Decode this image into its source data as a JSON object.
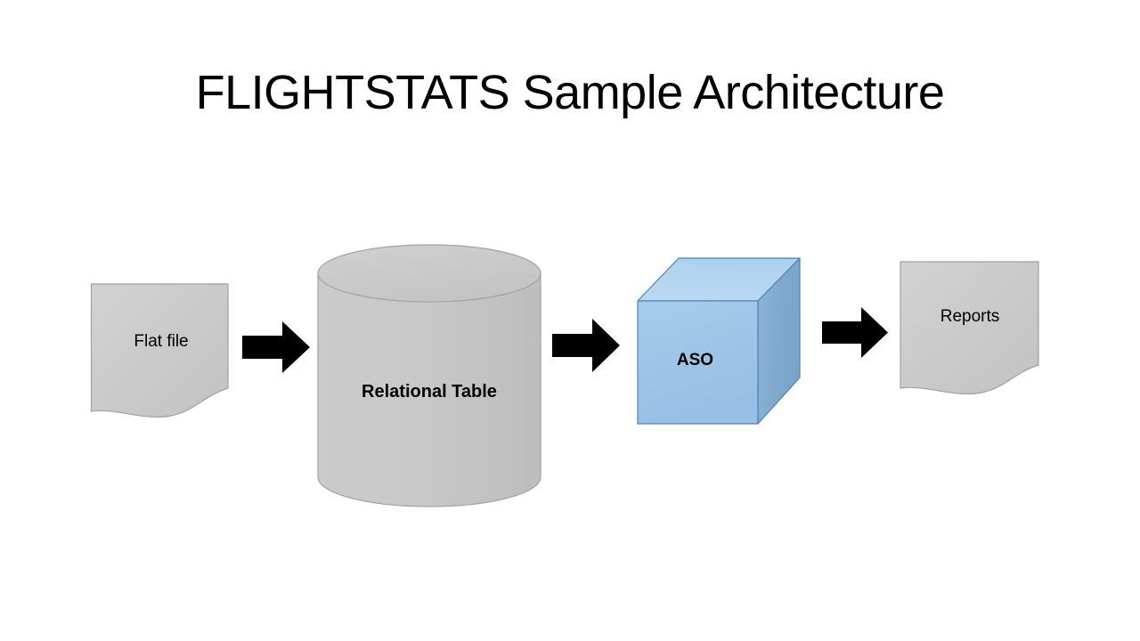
{
  "slide": {
    "title": "FLIGHTSTATS Sample Architecture",
    "background_color": "#ffffff"
  },
  "diagram": {
    "type": "flow",
    "orientation": "left-to-right",
    "nodes": [
      {
        "id": "flat-file",
        "label": "Flat file",
        "shape": "document",
        "fill_color": "#c8c8c8",
        "border_color": "#9a9a9a",
        "text_color": "#000000",
        "bold": false
      },
      {
        "id": "relational-table",
        "label": "Relational Table",
        "shape": "cylinder",
        "fill_color": "#c6c6c6",
        "border_color": "#9a9a9a",
        "text_color": "#000000",
        "bold": true
      },
      {
        "id": "aso",
        "label": "ASO",
        "shape": "cube",
        "fill_color": "#9cc3e8",
        "top_face_color": "#b6d4ef",
        "side_face_color": "#7fa8d0",
        "border_color": "#4a7ebb",
        "text_color": "#000000",
        "bold": true
      },
      {
        "id": "reports",
        "label": "Reports",
        "shape": "document",
        "fill_color": "#c8c8c8",
        "border_color": "#9a9a9a",
        "text_color": "#000000",
        "bold": false
      }
    ],
    "connectors": [
      {
        "id": "arrow-1",
        "from": "flat-file",
        "to": "relational-table",
        "style": "block-arrow",
        "direction": "right",
        "color": "#000000"
      },
      {
        "id": "arrow-2",
        "from": "relational-table",
        "to": "aso",
        "style": "block-arrow",
        "direction": "right",
        "color": "#000000"
      },
      {
        "id": "arrow-3",
        "from": "aso",
        "to": "reports",
        "style": "block-arrow",
        "direction": "right",
        "color": "#000000"
      }
    ]
  }
}
